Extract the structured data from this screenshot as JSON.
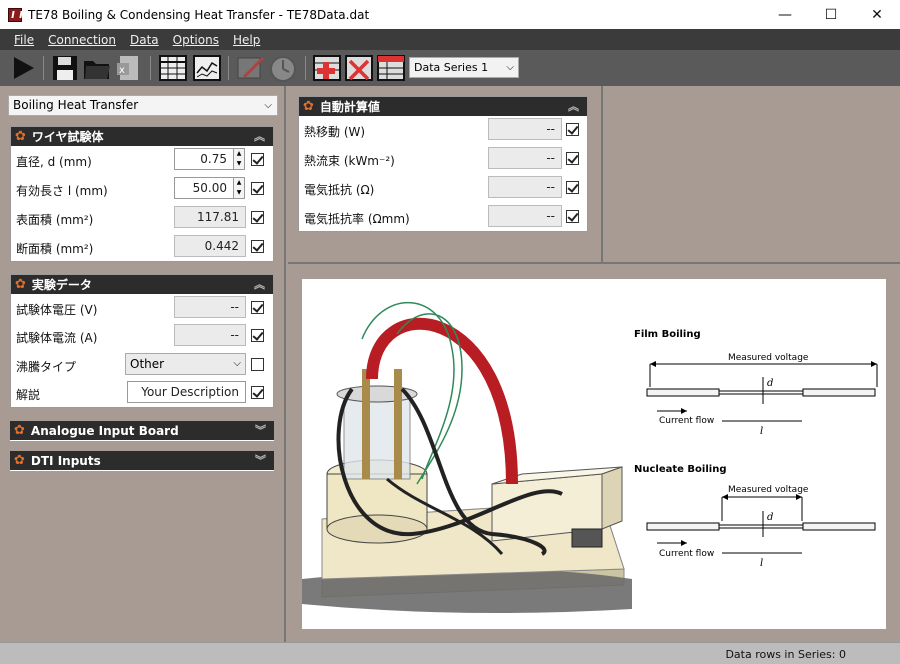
{
  "window": {
    "title": "TE78 Boiling & Condensing Heat Transfer - TE78Data.dat",
    "minimize": "—",
    "maximize": "☐",
    "close": "✕"
  },
  "menu": [
    "File",
    "Connection",
    "Data",
    "Options",
    "Help"
  ],
  "toolbar": {
    "series_select": "Data Series 1",
    "icons": [
      "play-icon",
      "save-icon",
      "open-folder-icon",
      "export-excel-icon",
      "table-view-icon",
      "chart-view-icon",
      "edit-disabled-icon",
      "timer-disabled-icon",
      "add-row-icon",
      "delete-row-icon",
      "table-settings-icon"
    ]
  },
  "calc_dropdown": "Boiling Heat Transfer",
  "groups": {
    "wire": {
      "title": "ワイヤ試験体",
      "rows": [
        {
          "label": "直径, d  (mm)",
          "value": "0.75"
        },
        {
          "label": "有効長さ l  (mm)",
          "value": "50.00"
        },
        {
          "label": "表面積  (mm²)",
          "value": "117.81"
        },
        {
          "label": "断面積  (mm²)",
          "value": "0.442"
        }
      ]
    },
    "experiment": {
      "title": "実験データ",
      "rows": [
        {
          "label": "試験体電圧  (V)",
          "value": "--"
        },
        {
          "label": "試験体電流  (A)",
          "value": "--"
        },
        {
          "label": "沸騰タイプ",
          "value": "Other"
        },
        {
          "label": "解説",
          "value": "Your Description"
        }
      ]
    },
    "analogue": {
      "title": "Analogue Input Board"
    },
    "dti": {
      "title": "DTI Inputs"
    },
    "auto_calc": {
      "title": "自動計算値",
      "rows": [
        {
          "label": "熱移動  (W)",
          "value": "--"
        },
        {
          "label": "熱流束  (kWm⁻²)",
          "value": "--"
        },
        {
          "label": "電気抵抗  (Ω)",
          "value": "--"
        },
        {
          "label": "電気抵抗率  (Ωmm)",
          "value": "--"
        }
      ]
    }
  },
  "diagram": {
    "film_title": "Film Boiling",
    "nucleate_title": "Nucleate Boiling",
    "measured_voltage": "Measured voltage",
    "current_flow": "Current flow",
    "d_label": "d",
    "l_label": "l"
  },
  "status": {
    "rows_in_series": "Data rows in Series: 0"
  },
  "colors": {
    "background": "#a79b94",
    "group_header": "#2c2c2c",
    "gear_accent": "#e0702a",
    "menubar": "#3b3b3b",
    "toolbar": "#5a5a5a"
  }
}
